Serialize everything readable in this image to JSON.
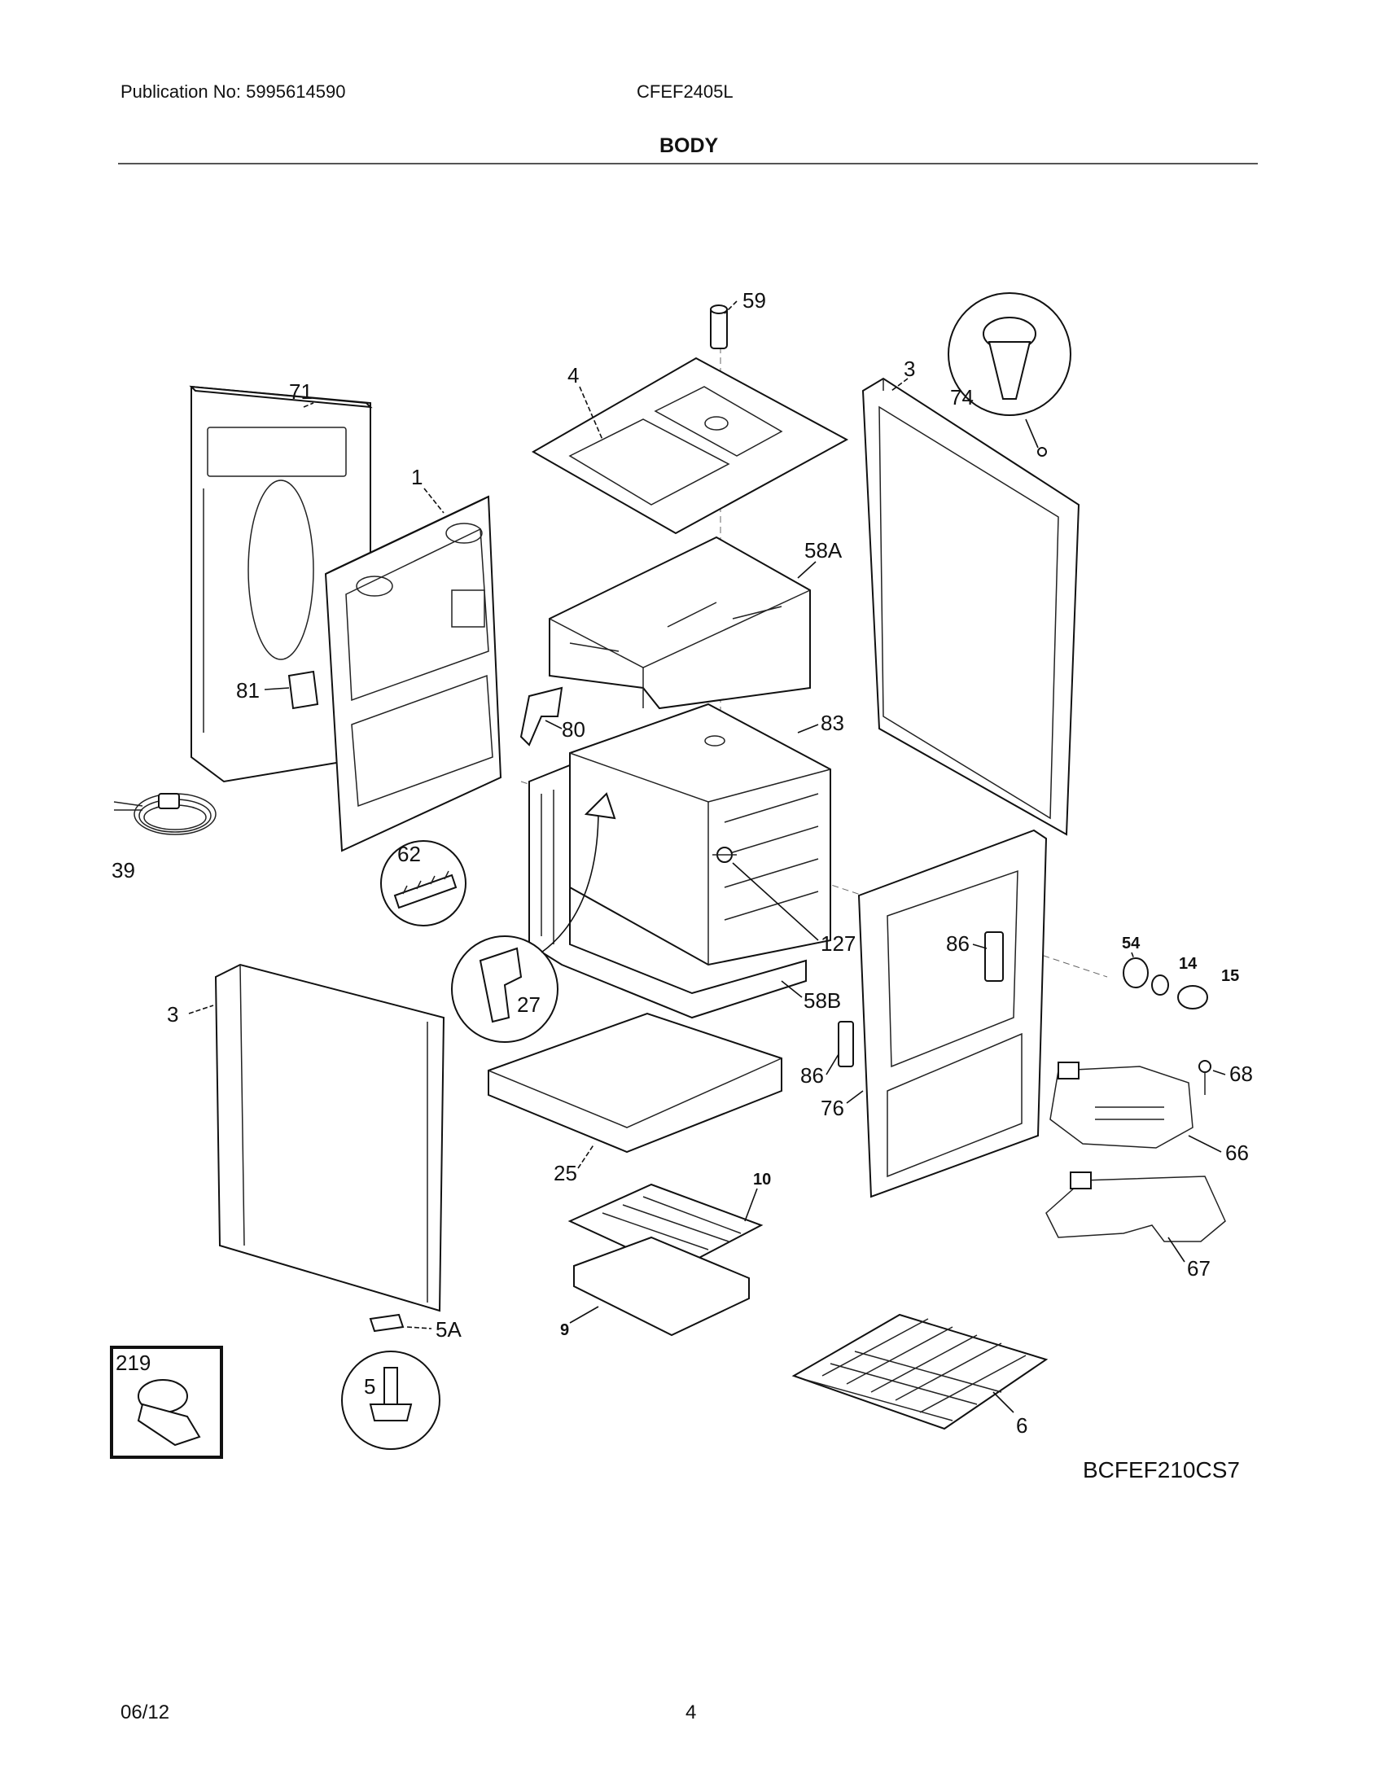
{
  "header": {
    "publication": "Publication No: 5995614590",
    "model": "CFEF2405L",
    "section": "BODY"
  },
  "diagram": {
    "code": "BCFEF210CS7",
    "labels": {
      "p59": "59",
      "p4": "4",
      "p3r": "3",
      "p74": "74",
      "p71": "71",
      "p1": "1",
      "p58a": "58A",
      "p81": "81",
      "p80": "80",
      "p83": "83",
      "p39": "39",
      "p62": "62",
      "p27": "27",
      "p127": "127",
      "p86r": "86",
      "p54": "54",
      "p14": "14",
      "p15": "15",
      "p58b": "58B",
      "p3l": "3",
      "p86m": "86",
      "p76": "76",
      "p68": "68",
      "p66": "66",
      "p25": "25",
      "p10": "10",
      "p67": "67",
      "p9": "9",
      "p5a": "5A",
      "p219": "219",
      "p5": "5",
      "p6": "6"
    }
  },
  "footer": {
    "date": "06/12",
    "page": "4"
  }
}
